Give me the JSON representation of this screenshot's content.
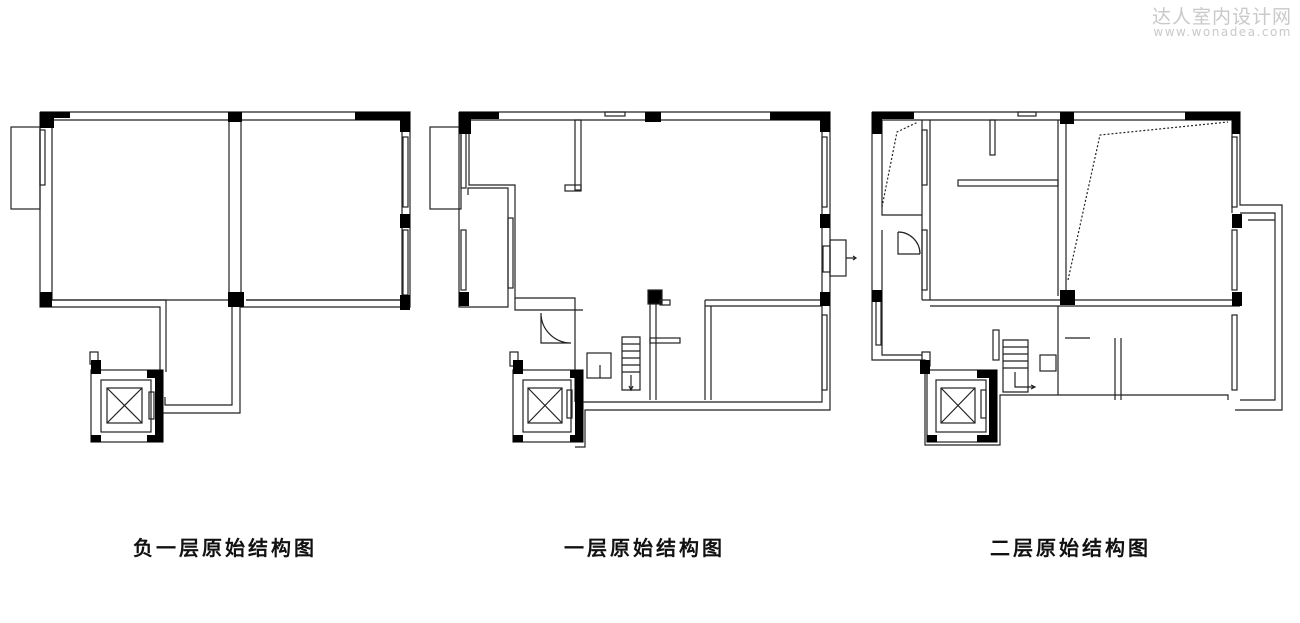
{
  "watermark": {
    "site_name": "达人室内设计网",
    "url": "www.wonadea.com"
  },
  "plans": [
    {
      "title": "负一层原始结构图"
    },
    {
      "title": "一层原始结构图"
    },
    {
      "title": "二层原始结构图"
    }
  ],
  "colors": {
    "wall": "#222222",
    "column": "#000000",
    "background": "#ffffff"
  }
}
